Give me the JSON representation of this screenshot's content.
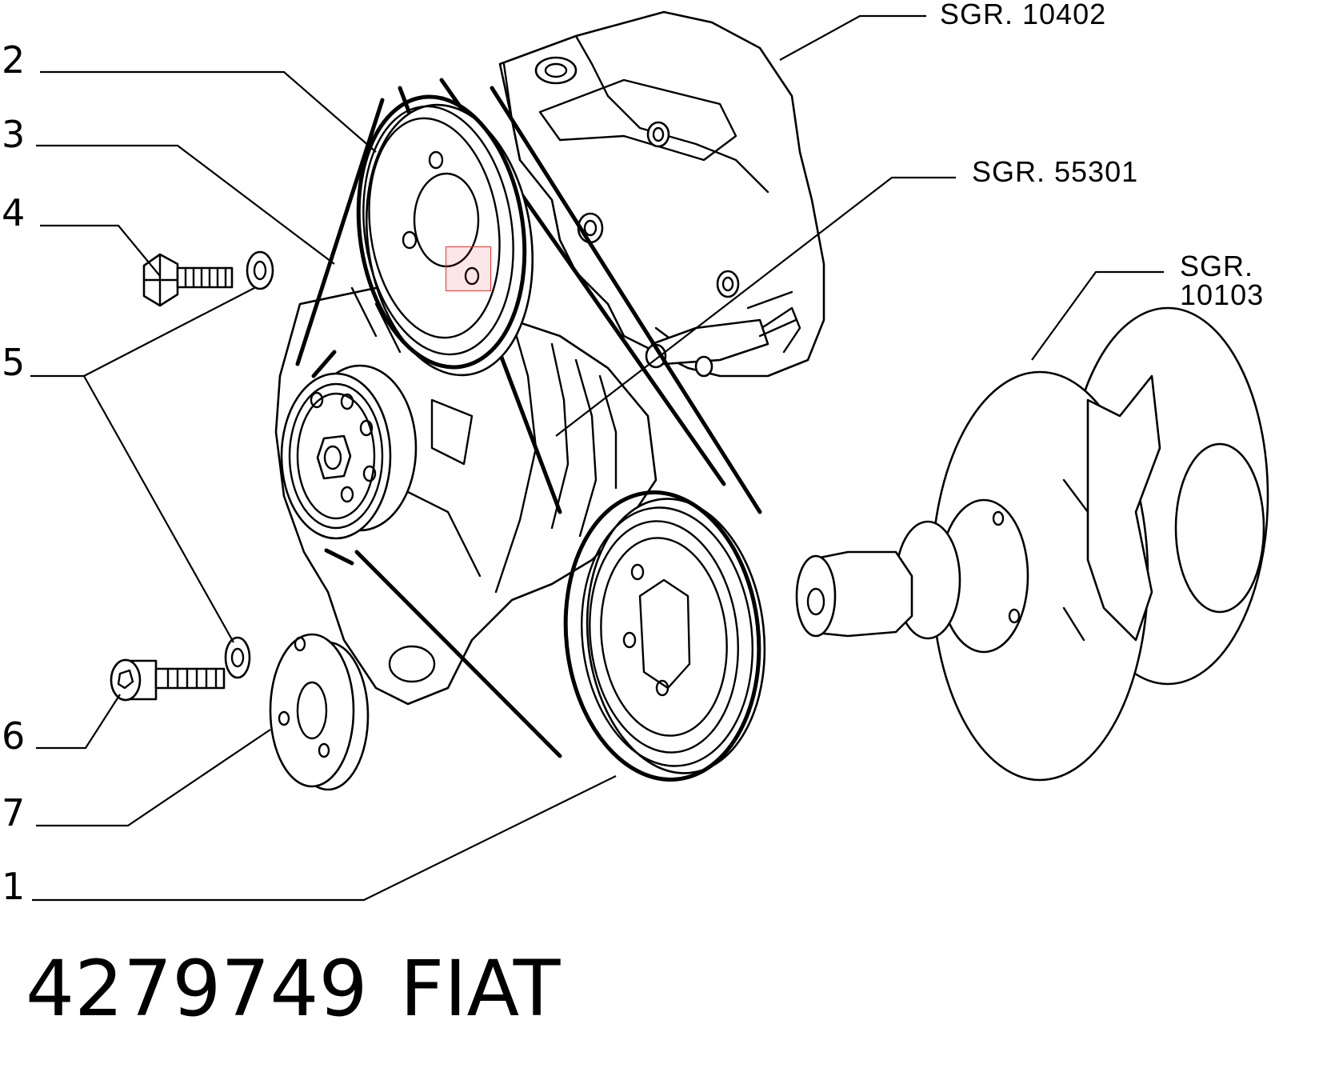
{
  "callouts": [
    "2",
    "3",
    "4",
    "5",
    "6",
    "7",
    "1"
  ],
  "group_refs": [
    "SGR. 10402",
    "SGR. 55301",
    "SGR. 10103"
  ],
  "footer": {
    "part_number": "4279749",
    "brand": "FIAT"
  },
  "colors": {
    "line": "#000000",
    "background": "#ffffff",
    "highlight": "#e23b3b"
  }
}
